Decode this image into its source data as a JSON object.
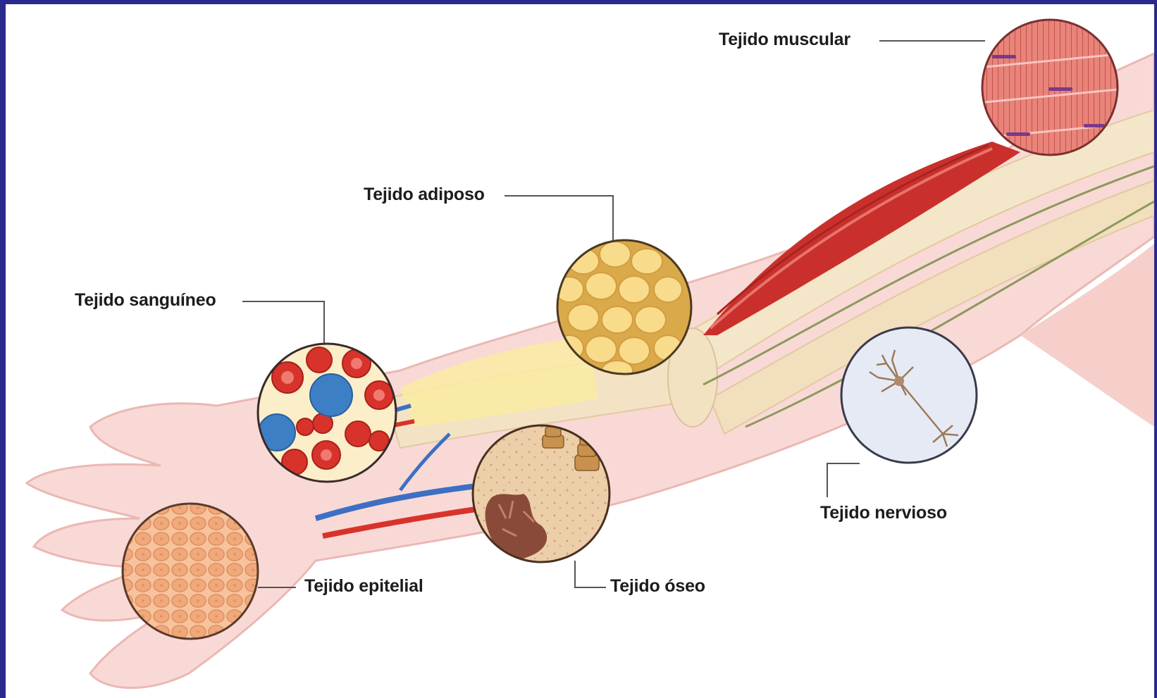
{
  "labels": {
    "muscular": "Tejido muscular",
    "adiposo": "Tejido adiposo",
    "sanguineo": "Tejido sanguíneo",
    "epitelial": "Tejido epitelial",
    "oseo": "Tejido óseo",
    "nervioso": "Tejido nervioso"
  },
  "colors": {
    "frame": "#2a2a8c",
    "skin": "#f7d2cf",
    "bone": "#f3e3c4",
    "muscle": "#c9302c",
    "fat": "#f6d27a",
    "red_cell": "#d8332b",
    "white_cell": "#3d7fc4",
    "epithelium": "#f0a97c",
    "bone_tissue": "#e8c9a0",
    "nerve_bg": "#e4e8f3",
    "nerve": "#9a7a5a"
  }
}
